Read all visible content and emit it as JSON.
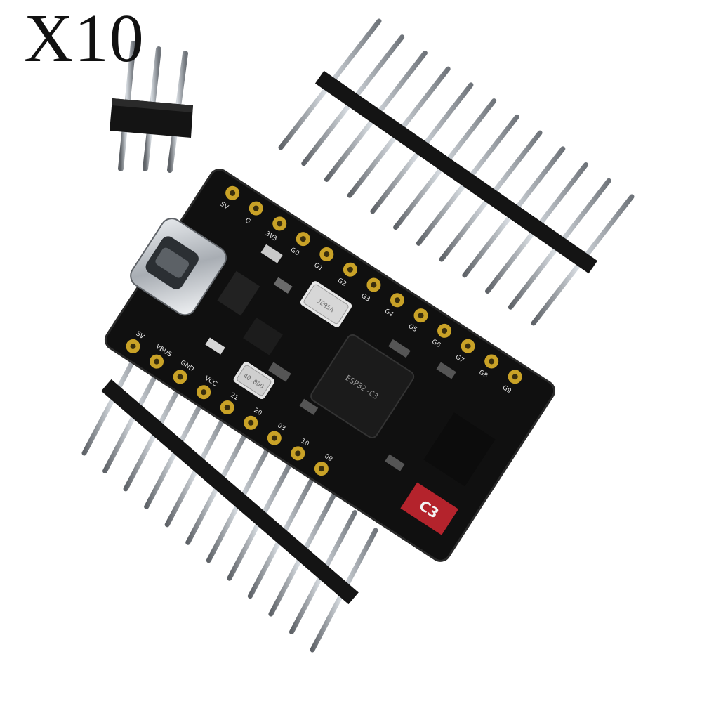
{
  "overlay": {
    "quantity": "X10"
  },
  "board": {
    "silkscreen_chip_id": "C3",
    "crystal_marking": "JE05A",
    "small_crystal_marking": "40.000",
    "chip_marking": "ESP32-C3",
    "pins_top": [
      "5V",
      "G",
      "3V3",
      "G0",
      "G1",
      "G2",
      "G3",
      "G4",
      "G5",
      "G6",
      "G7",
      "G8",
      "G9"
    ],
    "pins_bottom": [
      "5V",
      "VBUS",
      "GND",
      "VCC",
      "21",
      "20",
      "03",
      "10",
      "09"
    ]
  },
  "colors": {
    "pcb": "#101010",
    "pad_gold": "#c9a227",
    "header_plastic": "#141414",
    "pin_metal": "#9aa0a6",
    "antenna_red": "#b4232c"
  }
}
